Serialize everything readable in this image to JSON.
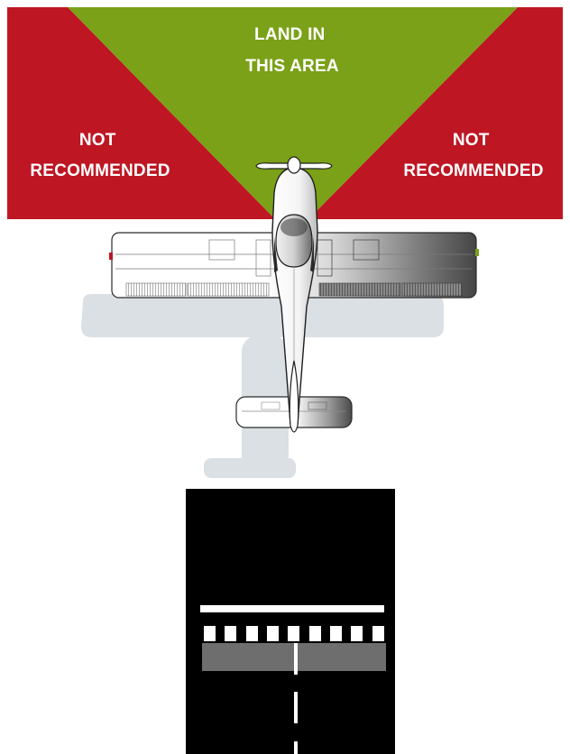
{
  "zones": {
    "center": {
      "line1": "LAND IN",
      "line2": "THIS AREA",
      "color": "#7aa117"
    },
    "left": {
      "line1": "NOT",
      "line2": "RECOMMENDED",
      "color": "#be1623"
    },
    "right": {
      "line1": "NOT",
      "line2": "RECOMMENDED",
      "color": "#be1623"
    }
  },
  "runway": {
    "surface_color": "#000000",
    "marking_color": "#ffffff",
    "overrun_color": "#6e6e6e"
  },
  "aircraft": {
    "view": "top-down",
    "shadow_color": "#d6dde1"
  }
}
